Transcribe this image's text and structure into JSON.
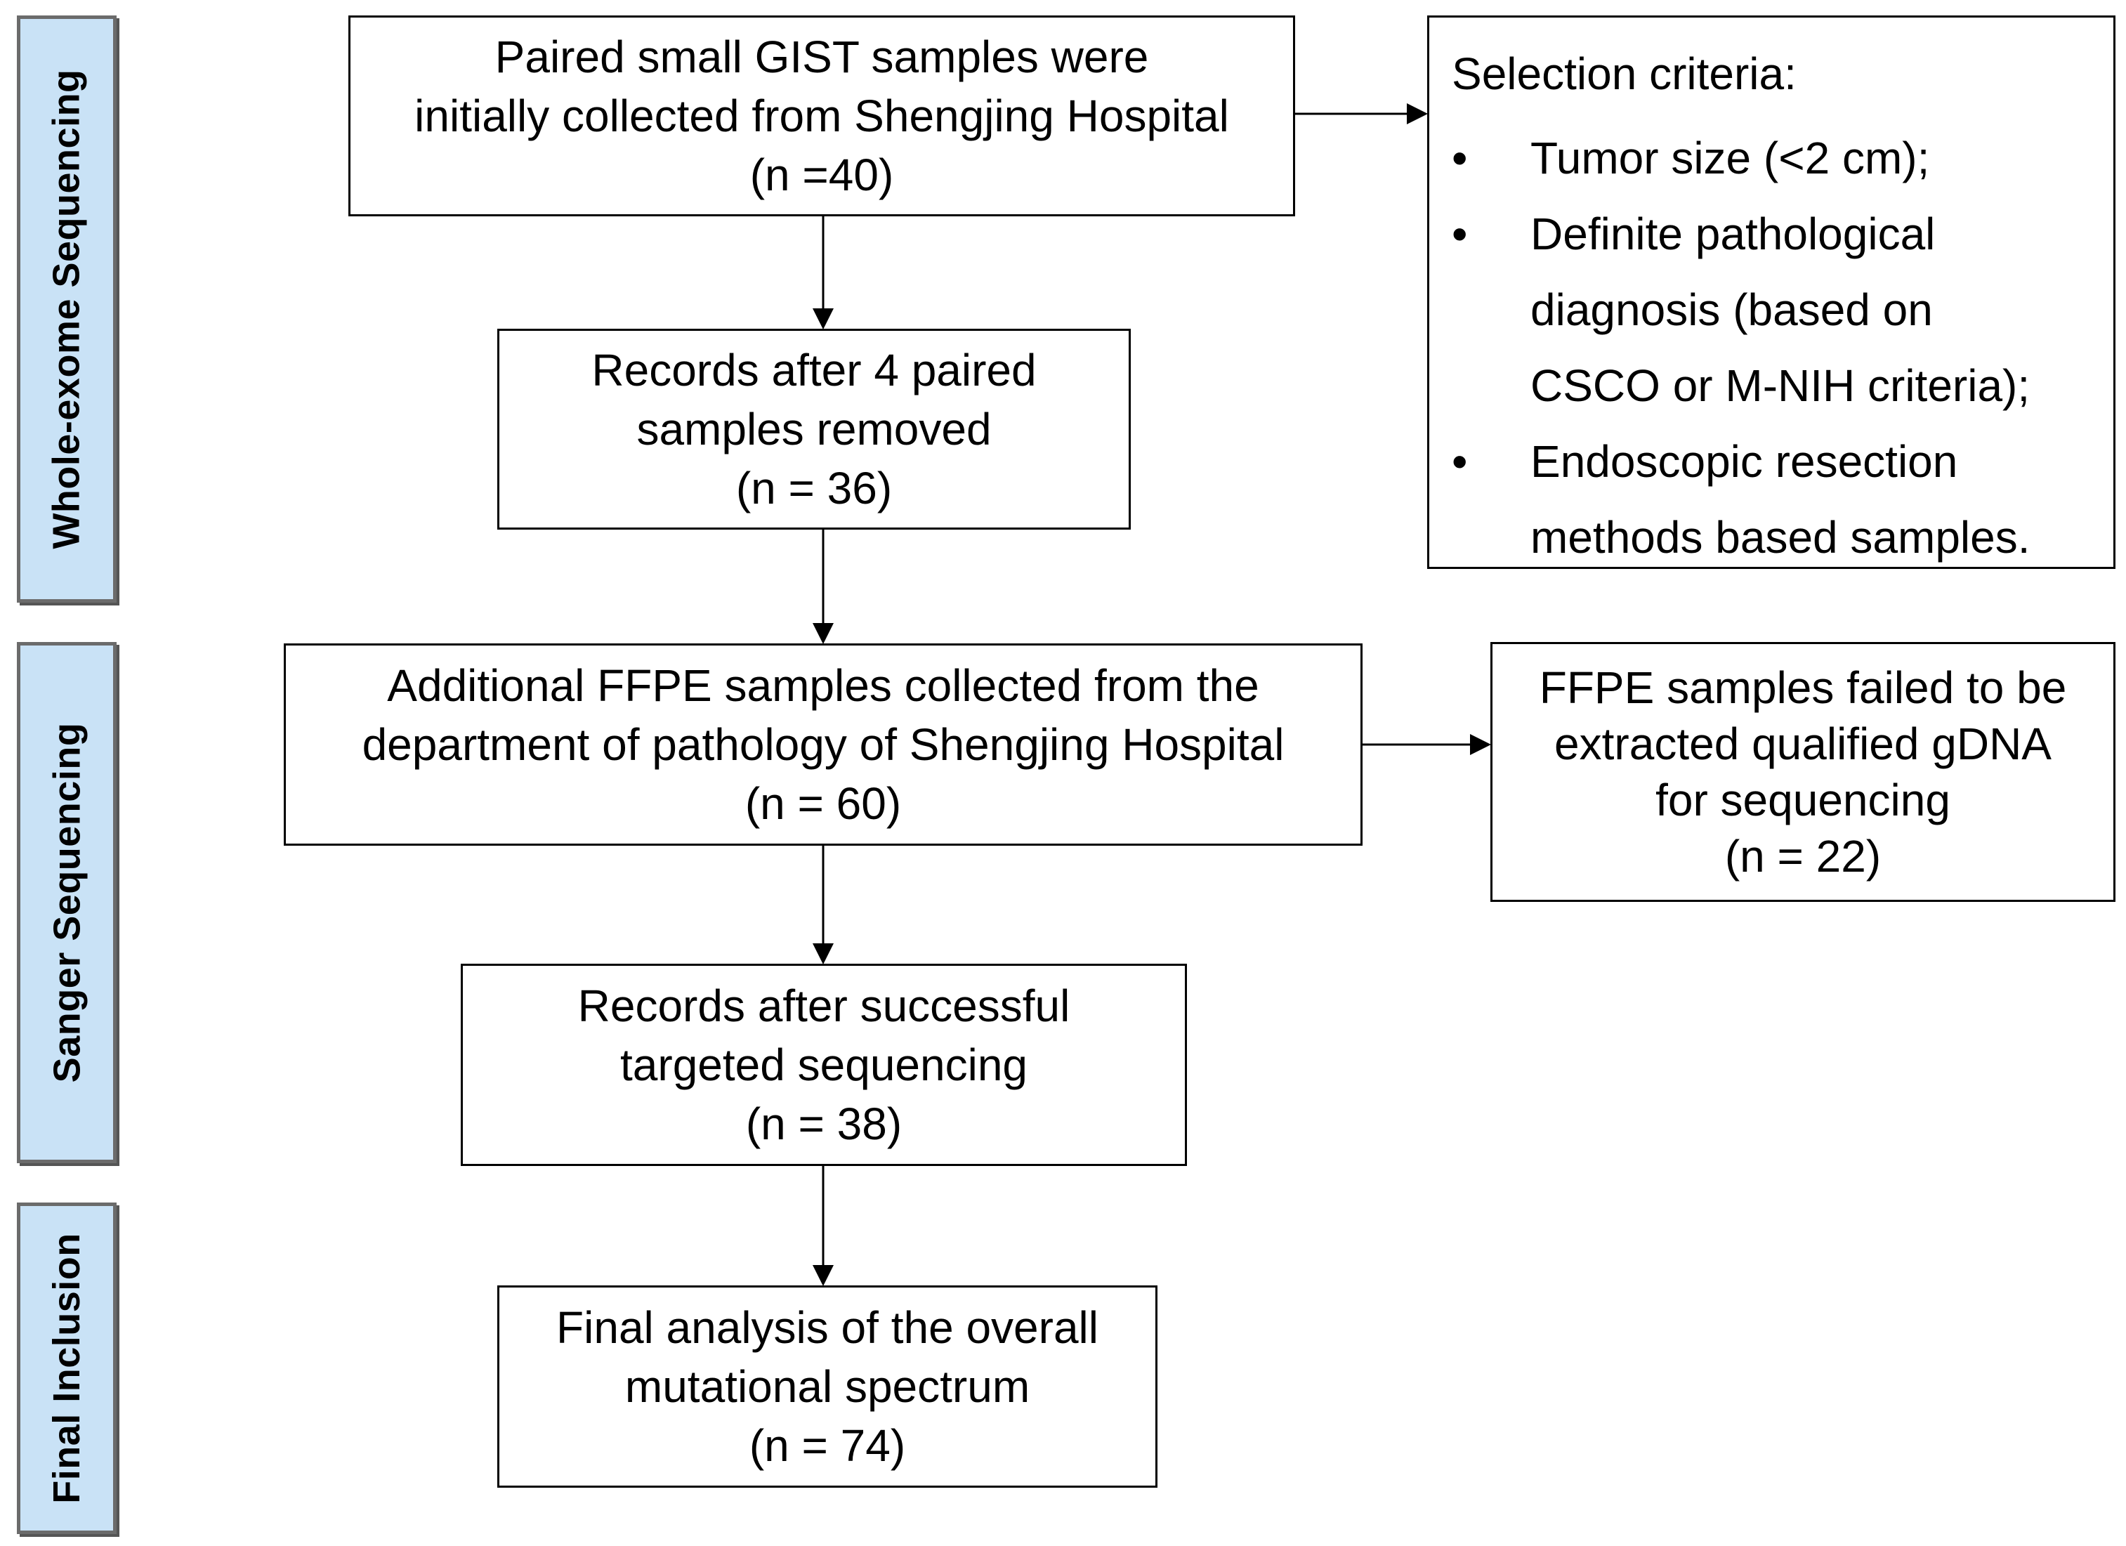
{
  "phases": [
    {
      "label": "Whole-exome Sequencing",
      "color": "#c9e2f6"
    },
    {
      "label": "Sanger Sequencing",
      "color": "#c9e2f6"
    },
    {
      "label": "Final Inclusion",
      "color": "#c9e2f6"
    }
  ],
  "boxes": {
    "initial": {
      "line1": "Paired small GIST samples were",
      "line2": "initially collected from Shengjing Hospital",
      "count": "(n =40)"
    },
    "after_removed": {
      "line1": "Records after 4 paired",
      "line2": "samples removed",
      "count": "(n = 36)"
    },
    "ffpe_additional": {
      "line1": "Additional FFPE samples collected from the",
      "line2": "department of pathology of Shengjing Hospital",
      "count": "(n = 60)"
    },
    "after_targeted": {
      "line1": "Records after successful",
      "line2": "targeted sequencing",
      "count": "(n = 38)"
    },
    "final": {
      "line1": "Final analysis of the  overall",
      "line2": "mutational spectrum",
      "count": "(n = 74)"
    },
    "ffpe_failed": {
      "line1": "FFPE samples failed to be",
      "line2": "extracted qualified gDNA",
      "line3": "for sequencing",
      "count": "(n = 22)"
    }
  },
  "criteria": {
    "title": "Selection criteria:",
    "bullet_char": "•",
    "items": [
      {
        "lines": [
          "Tumor size (<2 cm);"
        ]
      },
      {
        "lines": [
          "Definite pathological",
          "diagnosis (based on",
          "CSCO or M-NIH criteria);"
        ]
      },
      {
        "lines": [
          "Endoscopic resection",
          "methods based samples."
        ]
      }
    ]
  }
}
